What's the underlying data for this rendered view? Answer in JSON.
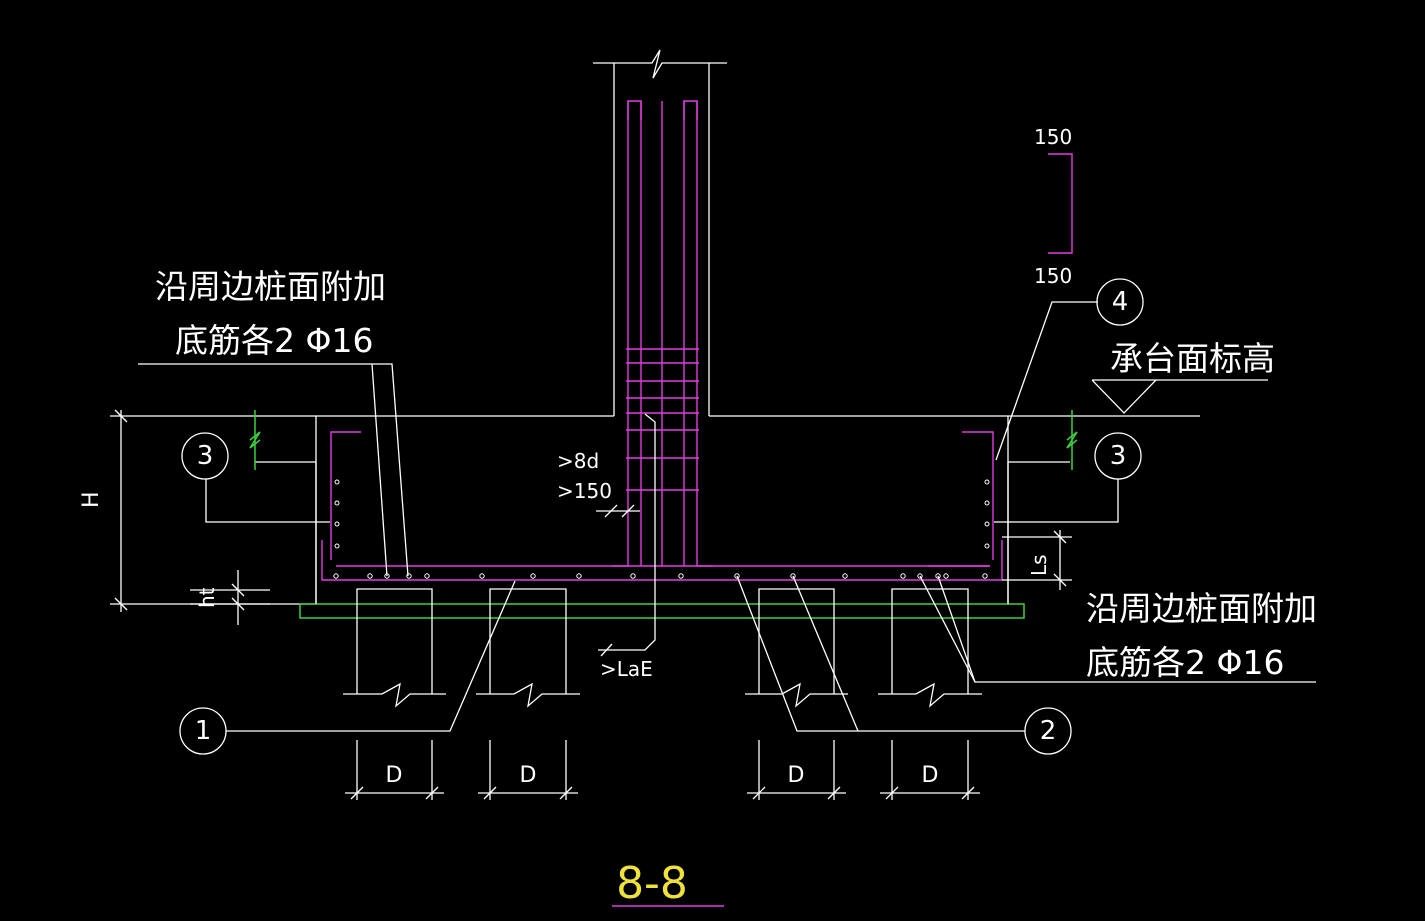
{
  "title": "8-8",
  "notes": {
    "left_line1": "沿周边桩面附加",
    "left_line2": "底筋各2 Φ16",
    "right_line1": "沿周边桩面附加",
    "right_line2": "底筋各2 Φ16",
    "elevation": "承台面标高"
  },
  "callouts": {
    "c1": "1",
    "c2": "2",
    "c3_left": "3",
    "c3_right": "3",
    "c4": "4"
  },
  "dims": {
    "height": "H",
    "ht": "ht",
    "ge8d": ">8d",
    "ge150": ">150",
    "lae": ">LaE",
    "ls": "Ls",
    "dim150_top": "150",
    "dim150_bottom": "150",
    "pile_d": [
      "D",
      "D",
      "D",
      "D"
    ]
  },
  "colors": {
    "background": "#000000",
    "linework": "#ffffff",
    "rebar": "#e23ce2",
    "cushion": "#3cd23c",
    "title": "#f0e23c"
  }
}
